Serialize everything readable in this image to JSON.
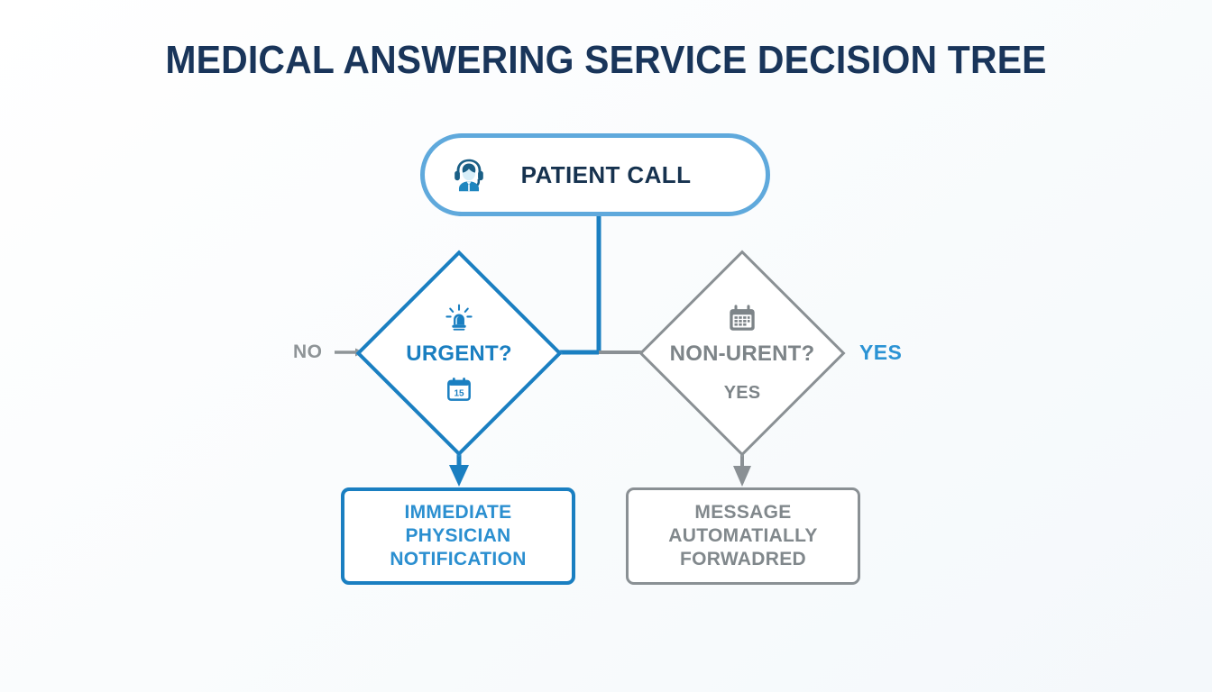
{
  "page": {
    "title": "MEDICAL ANSWERING SERVICE DECISION TREE",
    "background_color": "#fbfcfd",
    "accent_blue": "#1a7fc1",
    "light_blue": "#5fa9dc",
    "gray": "#8a9094",
    "navy": "#19355a"
  },
  "nodes": {
    "start": {
      "label": "PATIENT CALL",
      "icon": "headset-agent-icon",
      "shape": "rounded-pill",
      "color": "#5fa9dc"
    },
    "decision_left": {
      "label": "URGENT?",
      "shape": "diamond",
      "color": "#1a7fc1",
      "icon_top": "siren-alarm-icon",
      "icon_bottom": "calendar-icon"
    },
    "decision_right": {
      "label": "NON-URENT?",
      "sublabel": "YES",
      "shape": "diamond",
      "color": "#8a9094",
      "icon_top": "calendar-icon"
    },
    "result_left": {
      "lines": [
        "IMMEDIATE",
        "PHYSICIAN",
        "NOTIFICATION"
      ],
      "shape": "rounded-rect",
      "color": "#1a7fc1"
    },
    "result_right": {
      "lines": [
        "MESSAGE",
        "AUTOMATIALLY",
        "FORWADRED"
      ],
      "shape": "rounded-rect",
      "color": "#8a9094"
    }
  },
  "edge_labels": {
    "left_branch": "NO",
    "right_branch": "YES"
  }
}
